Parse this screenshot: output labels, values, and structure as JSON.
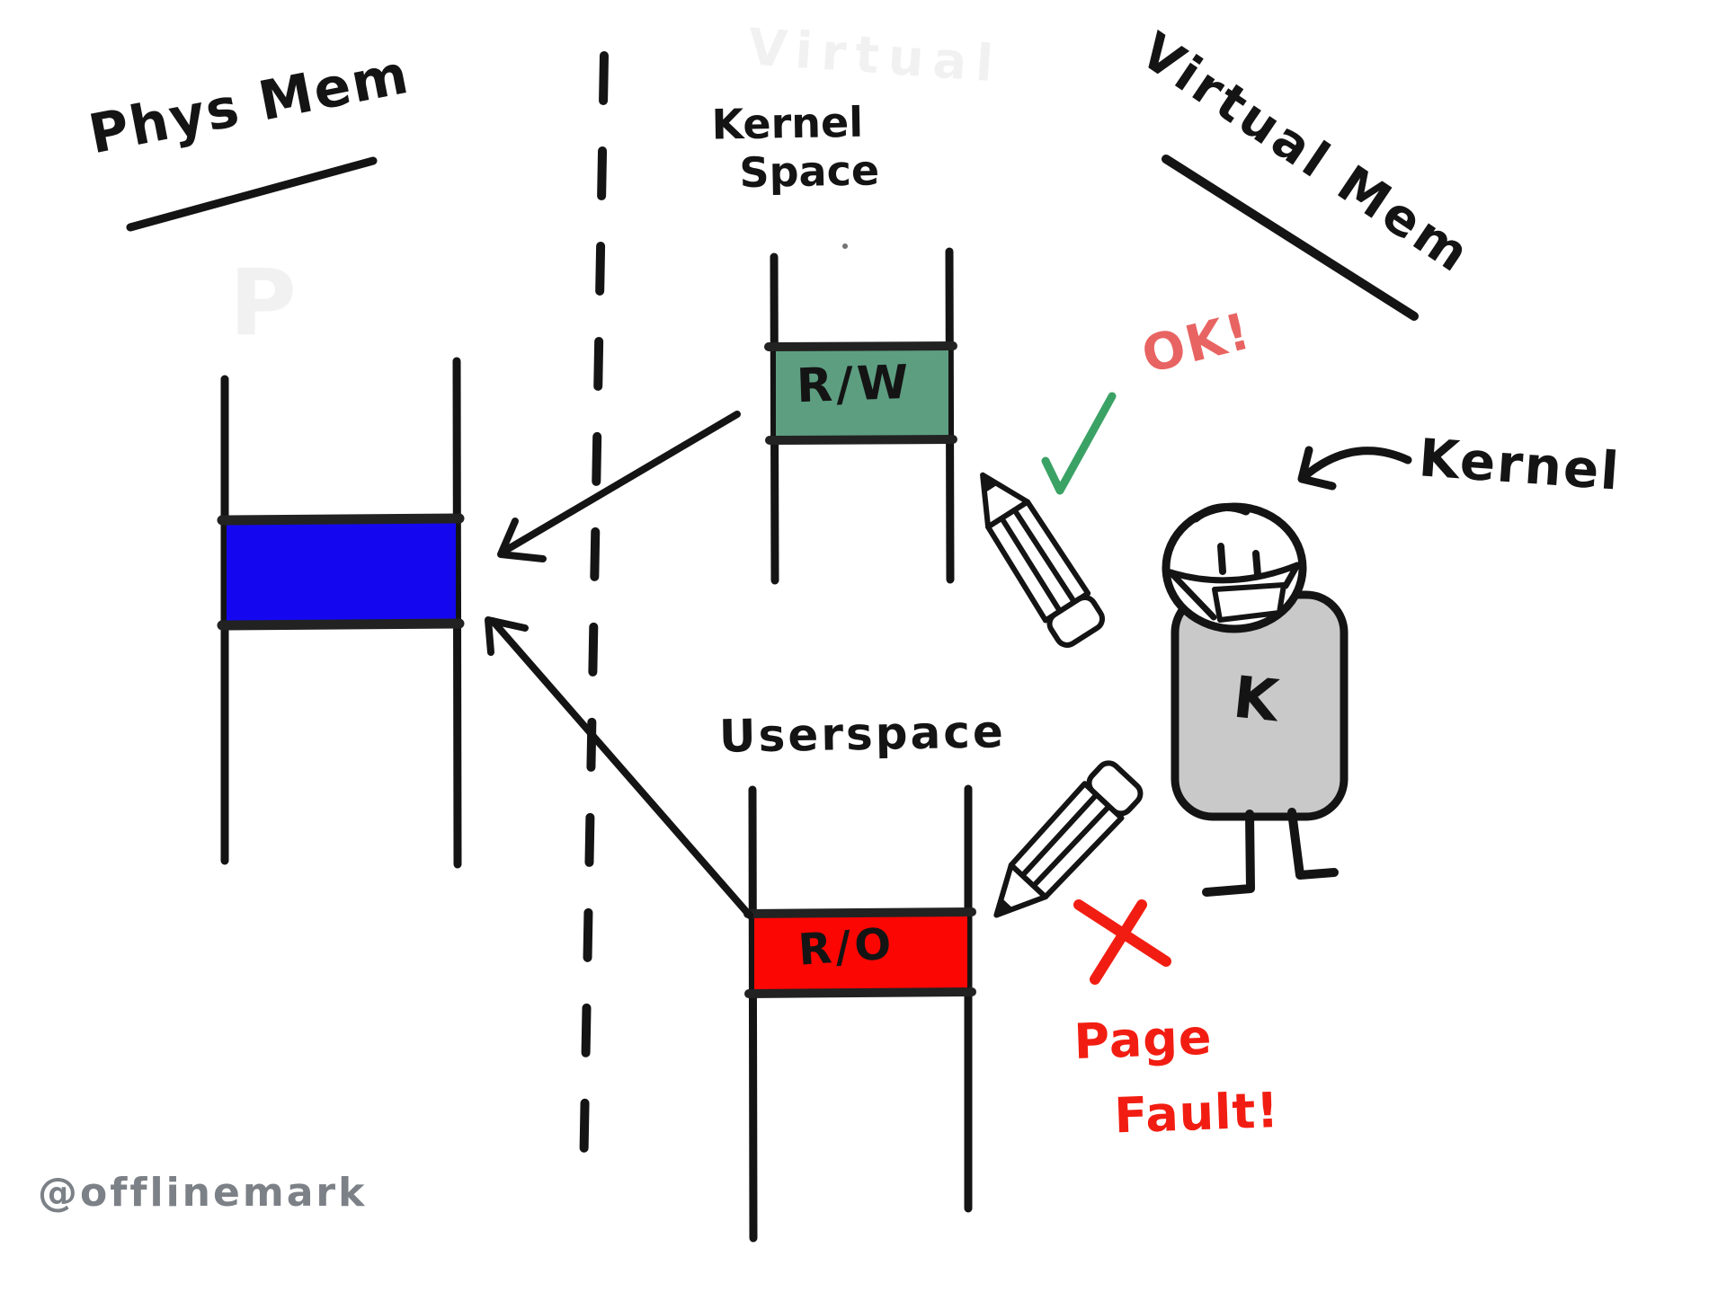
{
  "titles": {
    "phys_mem": "Phys Mem",
    "virtual_mem": "Virtual Mem"
  },
  "labels": {
    "kernel_space_line1": "Kernel",
    "kernel_space_line2": "Space",
    "userspace": "Userspace",
    "kernel_pointer": "Kernel",
    "character_letter": "K"
  },
  "boxes": {
    "phys_page": {
      "color": "#1407f0"
    },
    "kernel_rw": {
      "label": "R/W",
      "color": "#5d9e81"
    },
    "user_ro": {
      "label": "R/O",
      "color": "#fb0603"
    }
  },
  "annotations": {
    "ok": "OK!",
    "ok_color": "#e86462",
    "page_fault_line1": "Page",
    "page_fault_line2": "Fault!",
    "page_fault_color": "#f21d12"
  },
  "strokes": {
    "ink": "#141414",
    "check_green": "#3ba265",
    "body_gray": "#c9c9c9"
  },
  "ghosts": {
    "virtual": "Virtual",
    "p": "P"
  },
  "watermark": {
    "handle": "@offlinemark",
    "color": "#7c8187"
  }
}
